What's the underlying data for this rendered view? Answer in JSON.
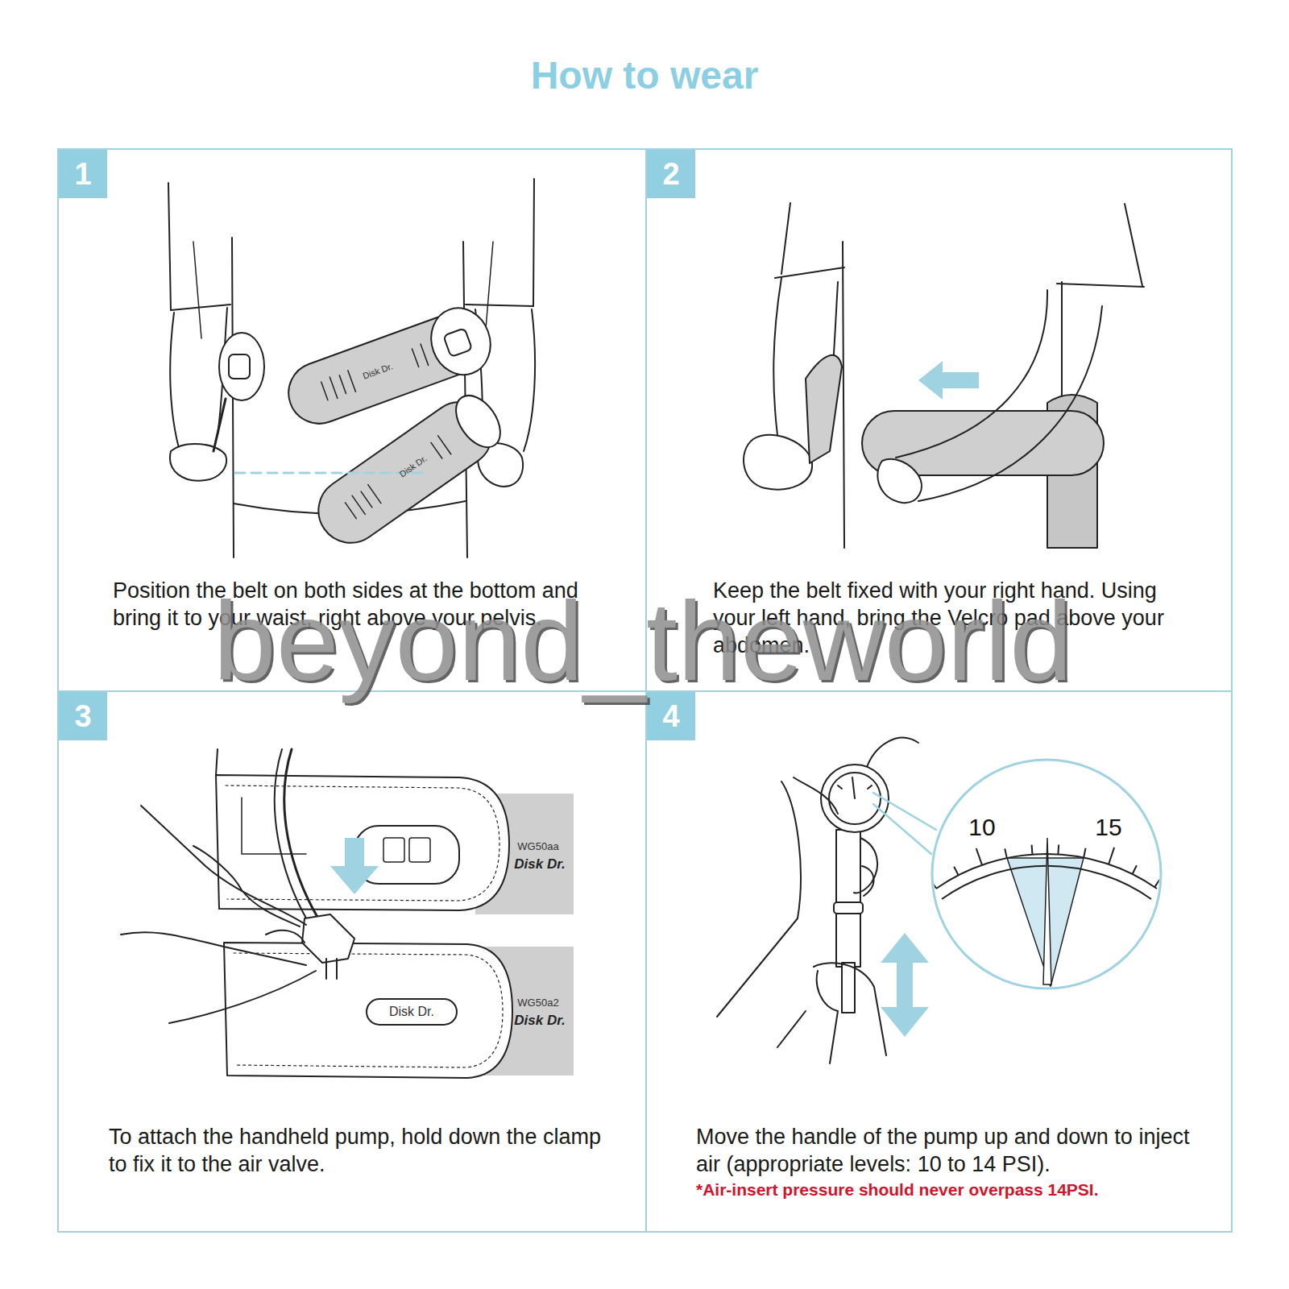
{
  "diagram": {
    "title": "How to wear",
    "nodes": [
      {
        "text": [
          "Position the belt on both sides at the bottom and bring it to your waist, right above your pelvis."
        ]
      },
      {
        "text": [
          "1"
        ],
        "in": 0
      },
      {
        "text": [
          "Keep the belt fixed with your right hand. Using your left hand, bring the Velcro pad above your abdomen."
        ]
      },
      {
        "text": [
          "2"
        ],
        "in": 2
      },
      {
        "text": [
          "To attach the handheld pump, hold down the clamp to fix it to the air valve."
        ]
      },
      {
        "text": [
          "3"
        ],
        "in": 4
      },
      {
        "text": [
          "Move the handle of the pump up and down to inject air (appropriate levels: 10 to 14 PSI).",
          "*Air-insert pressure should never overpass 14PSI."
        ]
      },
      {
        "text": [
          "4"
        ],
        "in": 6
      },
      {
        "text": [
          "10",
          "15"
        ],
        "in": 6
      }
    ],
    "labels": [
      "Disk Dr.",
      "Disk Dr.",
      "WG50aa",
      "Disk Dr.",
      "Disk Dr.",
      "WG50a2",
      "Disk Dr.",
      "beyond_theworld"
    ]
  }
}
